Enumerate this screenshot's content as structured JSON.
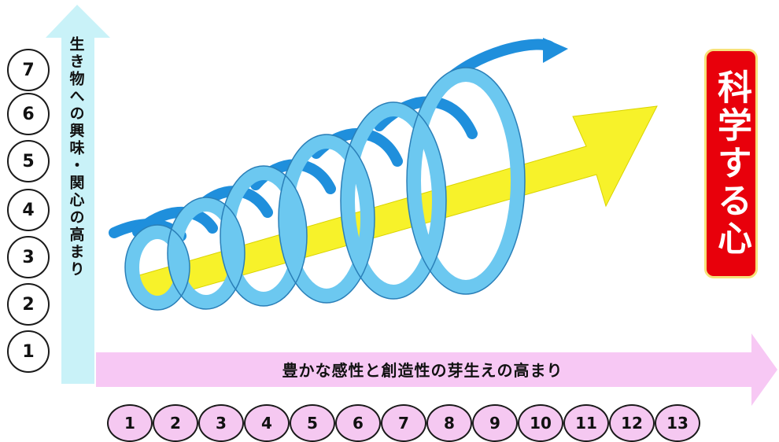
{
  "vertical_axis": {
    "label": "生き物への興味・関心の高まり",
    "steps": [
      "7",
      "6",
      "5",
      "4",
      "3",
      "2",
      "1"
    ]
  },
  "horizontal_axis": {
    "label": "豊かな感性と創造性の芽生えの高まり",
    "steps": [
      "1",
      "2",
      "3",
      "4",
      "5",
      "6",
      "7",
      "8",
      "9",
      "10",
      "11",
      "12",
      "13"
    ]
  },
  "goal": {
    "label": "科学する心"
  },
  "colors": {
    "vertical_arrow": "#c9f2f8",
    "horizontal_arrow": "#f7c8f4",
    "main_arrow": "#f7f22a",
    "spiral_front": "#6cc8f0",
    "spiral_back": "#1f8fdc",
    "goal_box": "#e8000b",
    "goal_border": "#f7e27a"
  },
  "icons": [
    "spiral-ribbon",
    "growth-arrow"
  ]
}
